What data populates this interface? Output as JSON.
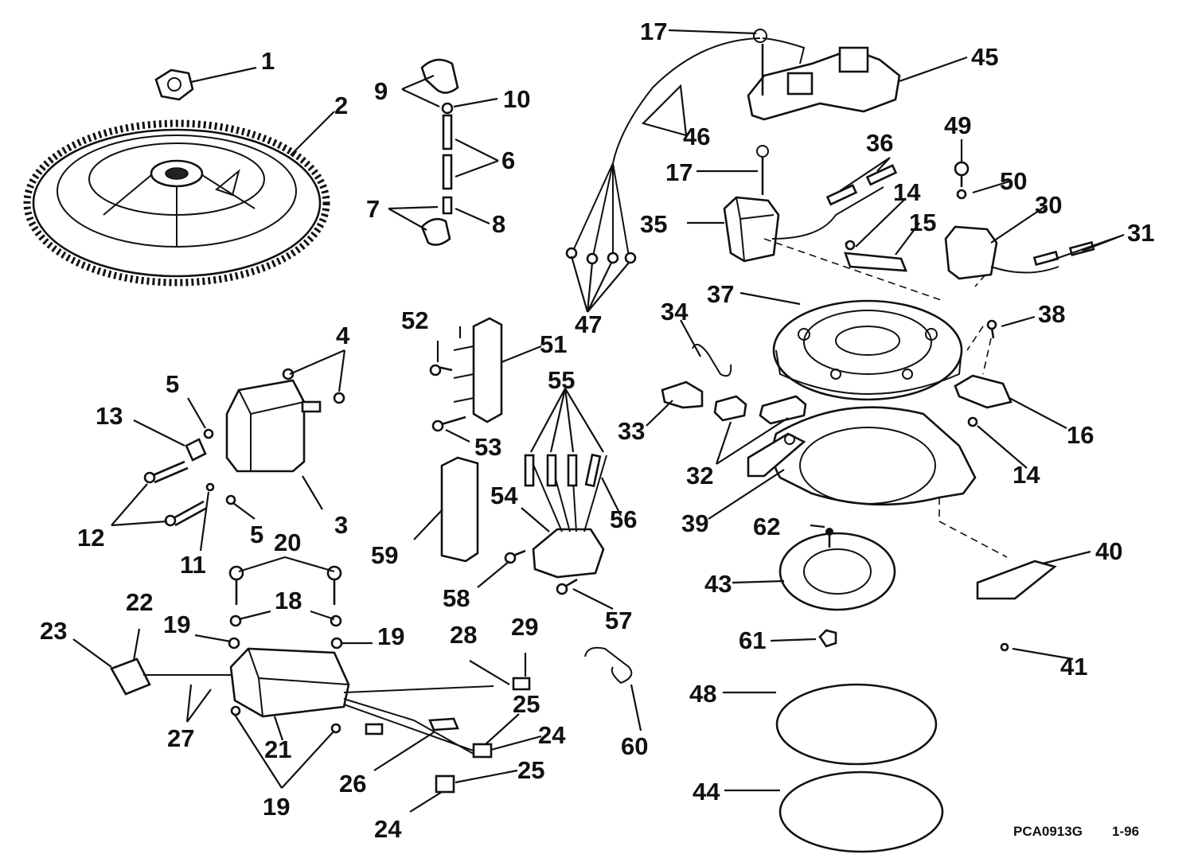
{
  "diagram": {
    "drawing_code": "PCA0913G",
    "revision": "1-96",
    "callouts": [
      "1",
      "2",
      "3",
      "4",
      "5",
      "5",
      "6",
      "7",
      "8",
      "9",
      "10",
      "11",
      "12",
      "13",
      "14",
      "14",
      "15",
      "16",
      "17",
      "17",
      "18",
      "19",
      "19",
      "19",
      "20",
      "21",
      "22",
      "23",
      "24",
      "24",
      "25",
      "25",
      "26",
      "27",
      "28",
      "29",
      "30",
      "31",
      "32",
      "33",
      "34",
      "35",
      "36",
      "37",
      "38",
      "39",
      "40",
      "41",
      "43",
      "44",
      "45",
      "46",
      "47",
      "48",
      "49",
      "50",
      "51",
      "52",
      "53",
      "54",
      "55",
      "56",
      "57",
      "58",
      "59",
      "60",
      "61",
      "62"
    ]
  }
}
